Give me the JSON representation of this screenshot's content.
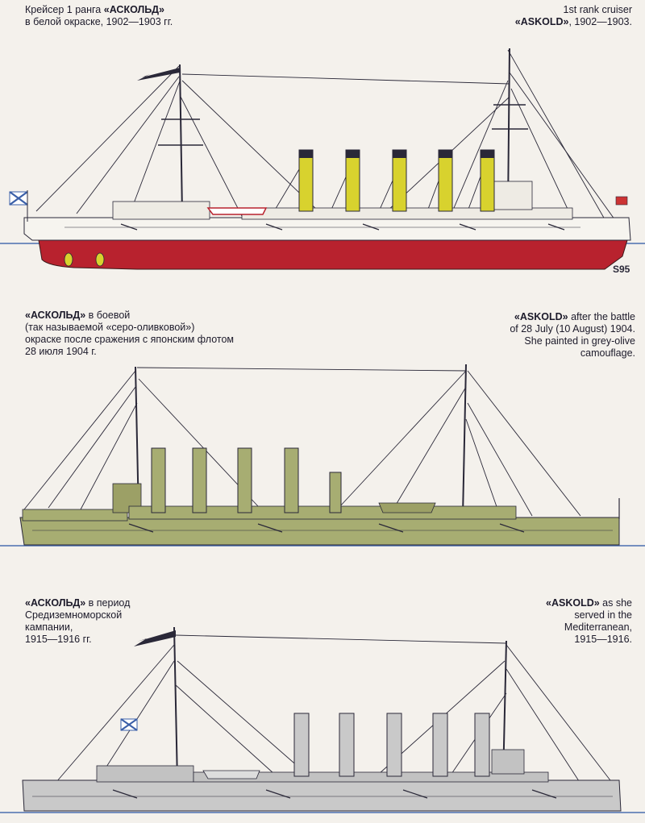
{
  "panels": [
    {
      "ship": "white",
      "caption_ru": [
        {
          "pre": "Крейсер 1 ранга ",
          "bold": "«АСКОЛЬД»",
          "post": ""
        },
        {
          "pre": "в белой окраске, 1902—1903 гг.",
          "bold": "",
          "post": ""
        }
      ],
      "caption_en": [
        {
          "pre": "1st rank cruiser",
          "bold": "",
          "post": ""
        },
        {
          "pre": "",
          "bold": "«ASKOLD»",
          "post": ", 1902—1903."
        }
      ],
      "signature": "S95"
    },
    {
      "ship": "olive",
      "caption_ru": [
        {
          "pre": "",
          "bold": "«АСКОЛЬД»",
          "post": " в боевой"
        },
        {
          "pre": "(так называемой «серо-оливковой»)",
          "bold": "",
          "post": ""
        },
        {
          "pre": "окраске после сражения с японским флотом",
          "bold": "",
          "post": ""
        },
        {
          "pre": "28 июля 1904 г.",
          "bold": "",
          "post": ""
        }
      ],
      "caption_en": [
        {
          "pre": "",
          "bold": "«ASKOLD»",
          "post": " after the battle"
        },
        {
          "pre": "of 28 July (10 August) 1904.",
          "bold": "",
          "post": ""
        },
        {
          "pre": "She painted in grey-olive",
          "bold": "",
          "post": ""
        },
        {
          "pre": "camouflage.",
          "bold": "",
          "post": ""
        }
      ]
    },
    {
      "ship": "grey",
      "caption_ru": [
        {
          "pre": "",
          "bold": "«АСКОЛЬД»",
          "post": " в период"
        },
        {
          "pre": "Средиземноморской",
          "bold": "",
          "post": ""
        },
        {
          "pre": "кампании,",
          "bold": "",
          "post": ""
        },
        {
          "pre": "1915—1916 гг.",
          "bold": "",
          "post": ""
        }
      ],
      "caption_en": [
        {
          "pre": "",
          "bold": "«ASKOLD»",
          "post": " as she"
        },
        {
          "pre": "served in the",
          "bold": "",
          "post": ""
        },
        {
          "pre": "Mediterranean,",
          "bold": "",
          "post": ""
        },
        {
          "pre": "1915—1916.",
          "bold": "",
          "post": ""
        }
      ]
    }
  ],
  "colors": {
    "background": "#f4f1ec",
    "waterline": "#4b6fb0",
    "hull_red": "#b8222e",
    "hull_white": "#f6f4ef",
    "funnel_yellow": "#d8d22e",
    "olive": "#a7ad72",
    "olive_dark": "#6e7446",
    "grey": "#c9c9c9",
    "grey_dark": "#8d8d8d",
    "rigging": "#2a2838"
  }
}
